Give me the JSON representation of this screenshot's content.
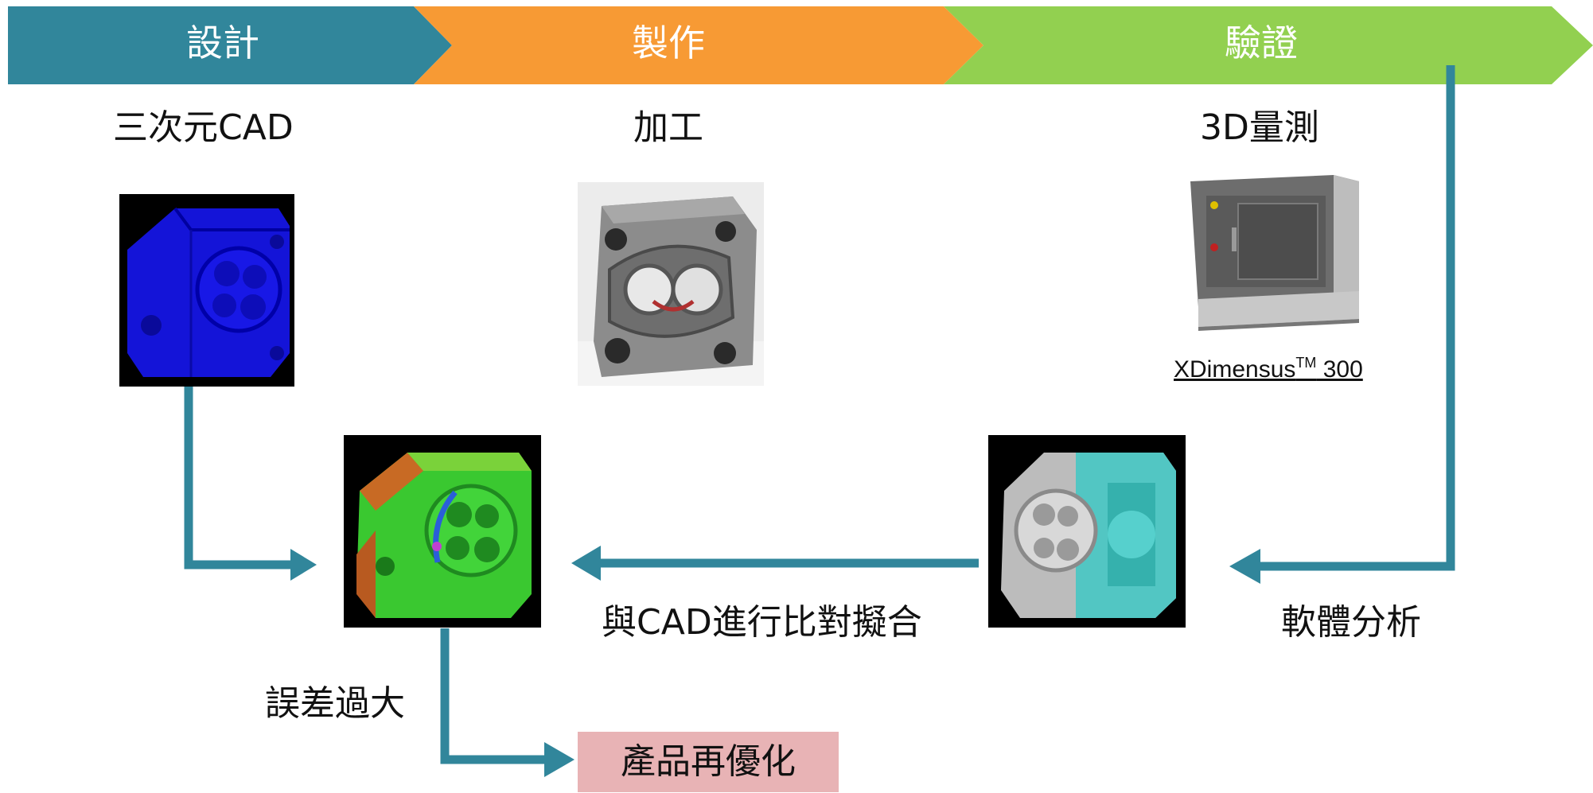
{
  "stages": [
    {
      "label": "設計",
      "color": "#31869b"
    },
    {
      "label": "製作",
      "color": "#f79a34"
    },
    {
      "label": "驗證",
      "color": "#92d050"
    }
  ],
  "labels": {
    "design_sub": "三次元CAD",
    "make_sub": "加工",
    "verify_sub": "3D量測",
    "compare": "與CAD進行比對擬合",
    "analysis": "軟體分析",
    "error": "誤差過大",
    "result": "產品再優化"
  },
  "machine_caption": {
    "main": "XDimensus",
    "sup": "TM",
    "model": " 300"
  },
  "connector_color": "#31869b"
}
